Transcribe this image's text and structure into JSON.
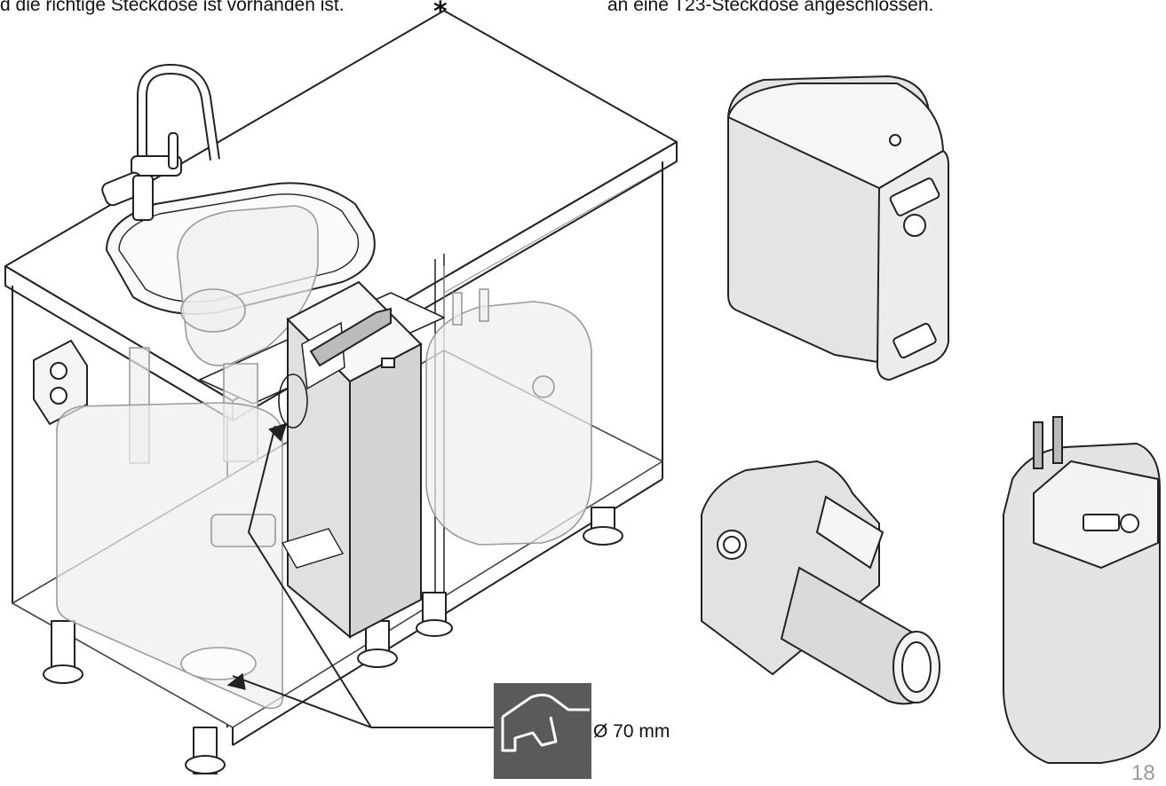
{
  "captions": {
    "left": "d die richtige Steckdose ist vorhanden ist.",
    "asterisk": "*",
    "right": "an eine T23-Steckdose angeschlossen."
  },
  "drill": {
    "label": "Ø 70 mm",
    "icon": "drill-icon"
  },
  "page_number": "18",
  "colors": {
    "line": "#222222",
    "ghost_line": "#9a9a9a",
    "device_fill": "#e6e6e6",
    "ghost_fill": "#efefef",
    "drill_bg": "#5a5a5a"
  }
}
